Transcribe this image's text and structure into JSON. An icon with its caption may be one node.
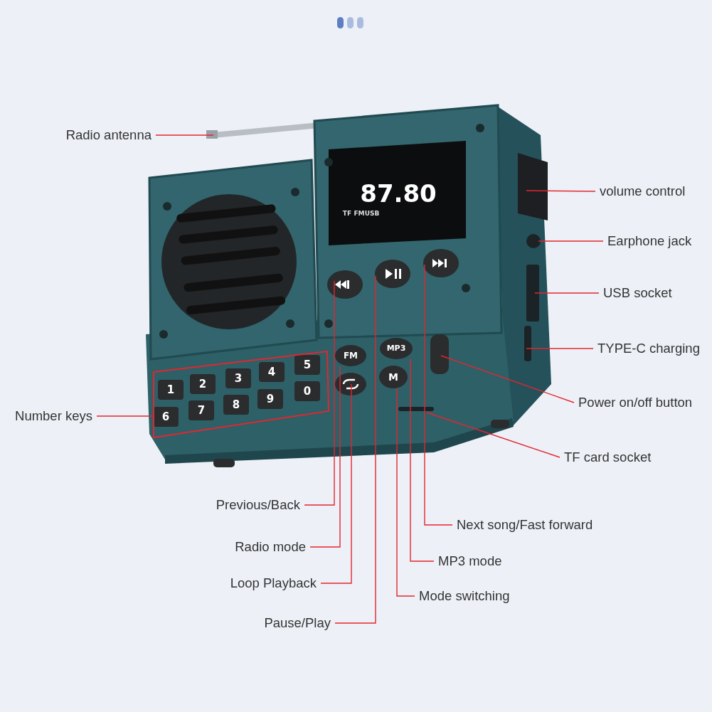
{
  "diagram": {
    "nodes": [
      {
        "text": [
          "Radio antenna"
        ]
      },
      {
        "text": [
          "volume control"
        ]
      },
      {
        "text": [
          "Earphone jack"
        ]
      },
      {
        "text": [
          "USB socket"
        ]
      },
      {
        "text": [
          "TYPE-C charging"
        ]
      },
      {
        "text": [
          "Power on/off button"
        ]
      },
      {
        "text": [
          "TF card socket"
        ]
      },
      {
        "text": [
          "Number keys"
        ]
      },
      {
        "text": [
          "Previous/Back"
        ]
      },
      {
        "text": [
          "Radio mode"
        ]
      },
      {
        "text": [
          "Loop Playback"
        ]
      },
      {
        "text": [
          "Pause/Play"
        ]
      },
      {
        "text": [
          "Next song/Fast forward"
        ]
      },
      {
        "text": [
          "MP3 mode"
        ]
      },
      {
        "text": [
          "Mode switching"
        ]
      },
      {
        "text": [],
        "shape": "box"
      },
      {
        "text": [
          "FM"
        ]
      },
      {
        "text": [
          "MP3"
        ]
      },
      {
        "text": [
          "M"
        ]
      }
    ],
    "edges": [
      {
        "from": 0,
        "to": null,
        "arrow": "none"
      },
      {
        "from": 1,
        "to": null,
        "arrow": "none"
      },
      {
        "from": 2,
        "to": null,
        "arrow": "none"
      },
      {
        "from": 3,
        "to": null,
        "arrow": "none"
      },
      {
        "from": 4,
        "to": null,
        "arrow": "none"
      },
      {
        "from": 5,
        "to": null,
        "arrow": "none"
      },
      {
        "from": 6,
        "to": null,
        "arrow": "none"
      },
      {
        "from": 7,
        "to": 15,
        "arrow": "none"
      },
      {
        "from": 8,
        "to": null,
        "arrow": "none"
      },
      {
        "from": 9,
        "to": 16,
        "arrow": "none"
      },
      {
        "from": 10,
        "to": null,
        "arrow": "none"
      },
      {
        "from": 11,
        "to": null,
        "arrow": "none"
      },
      {
        "from": 12,
        "to": null,
        "arrow": "none"
      },
      {
        "from": 13,
        "to": 17,
        "arrow": "none"
      },
      {
        "from": 14,
        "to": 18,
        "arrow": "none"
      }
    ],
    "labels": [
      "87.80",
      "TF",
      "FM",
      "USB",
      "1",
      "2",
      "3",
      "4",
      "5",
      "6",
      "7",
      "8",
      "9",
      "0"
    ]
  }
}
